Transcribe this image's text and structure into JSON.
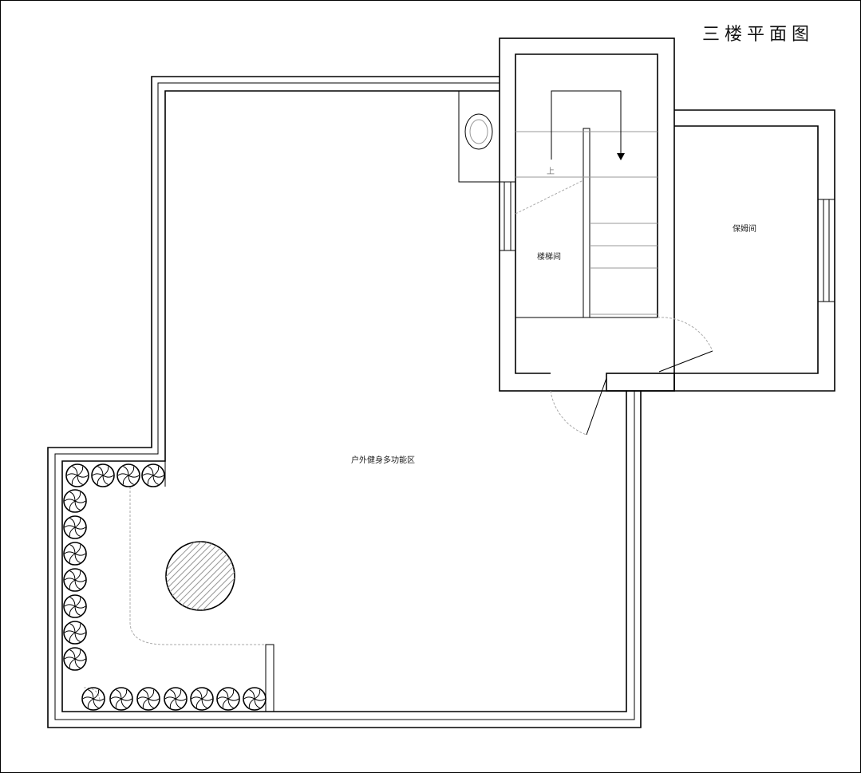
{
  "title": "三楼平面图",
  "rooms": {
    "stairwell": "楼梯间",
    "maid_room": "保姆间",
    "outdoor_area": "户外健身多功能区"
  },
  "stair_label": "上",
  "colors": {
    "line": "#000000",
    "background": "#ffffff"
  }
}
